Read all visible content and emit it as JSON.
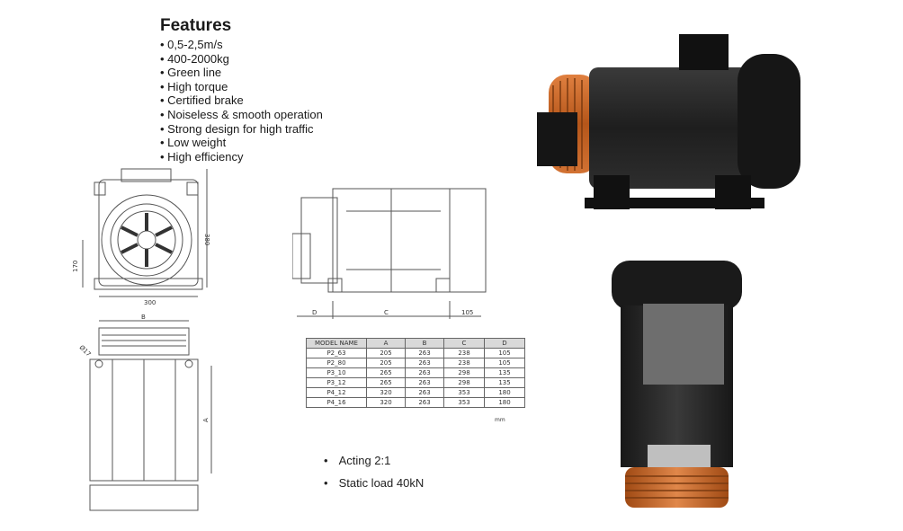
{
  "features": {
    "title": "Features",
    "items": [
      "0,5-2,5m/s",
      "400-2000kg",
      "Green line",
      "High torque",
      "Certified brake",
      "Noiseless & smooth operation",
      "Strong design for high traffic",
      "Low weight",
      "High efficiency"
    ]
  },
  "drawing": {
    "front": {
      "height": "380",
      "width": "300",
      "side": "170"
    },
    "side": {
      "d": "D",
      "c": "C",
      "w105": "105"
    },
    "top": {
      "b": "B",
      "a": "A",
      "hole": "Ø17"
    }
  },
  "table": {
    "headers": [
      "MODEL NAME",
      "A",
      "B",
      "C",
      "D"
    ],
    "rows": [
      [
        "P2_63",
        "205",
        "263",
        "238",
        "105"
      ],
      [
        "P2_80",
        "205",
        "263",
        "238",
        "105"
      ],
      [
        "P3_10",
        "265",
        "263",
        "298",
        "135"
      ],
      [
        "P3_12",
        "265",
        "263",
        "298",
        "135"
      ],
      [
        "P4_12",
        "320",
        "263",
        "353",
        "180"
      ],
      [
        "P4_16",
        "320",
        "263",
        "353",
        "180"
      ]
    ],
    "unit": "mm"
  },
  "notes": [
    "Acting 2:1",
    "Static load 40kN"
  ],
  "colors": {
    "motor_body": "#2b2b2b",
    "pulley": "#c9651f",
    "line": "#555555"
  }
}
